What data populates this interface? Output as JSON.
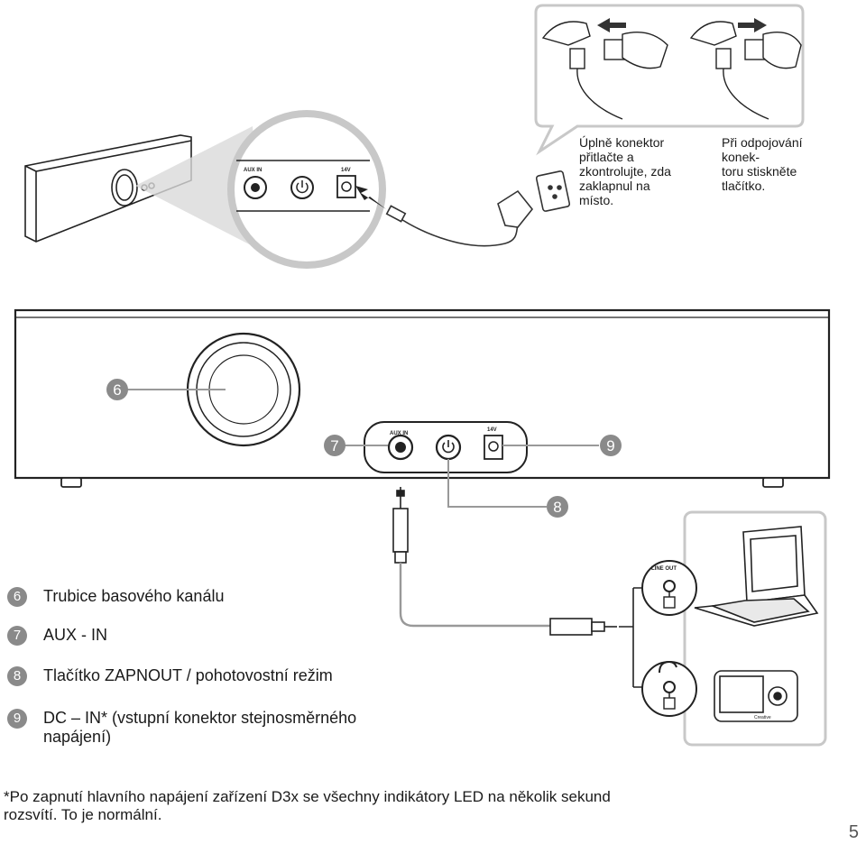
{
  "captions": {
    "connect": [
      "Úplně konektor",
      "přitlačte a",
      "zkontrolujte, zda",
      "zaklapnul na",
      "místo."
    ],
    "disconnect": [
      "Při odpojování",
      "konek-",
      "toru stiskněte",
      "tlačítko."
    ]
  },
  "panel_labels": {
    "aux_in": "AUX IN",
    "dc_in": "14V",
    "line_out": "LINE OUT",
    "player_brand": "Creative"
  },
  "callouts": [
    "6",
    "7",
    "8",
    "9"
  ],
  "legend": [
    {
      "num": "6",
      "lines": [
        "Trubice basového kanálu"
      ]
    },
    {
      "num": "7",
      "lines": [
        "AUX - IN"
      ]
    },
    {
      "num": "8",
      "lines": [
        "Tlačítko ZAPNOUT / pohotovostní režim"
      ]
    },
    {
      "num": "9",
      "lines": [
        "DC – IN* (vstupní konektor stejnosměrného",
        "napájení)"
      ]
    }
  ],
  "footnote": [
    "*Po zapnutí hlavního napájení zařízení D3x se všechny indikátory LED na několik sekund",
    "rozsvítí. To je normální."
  ],
  "page_number": "5"
}
